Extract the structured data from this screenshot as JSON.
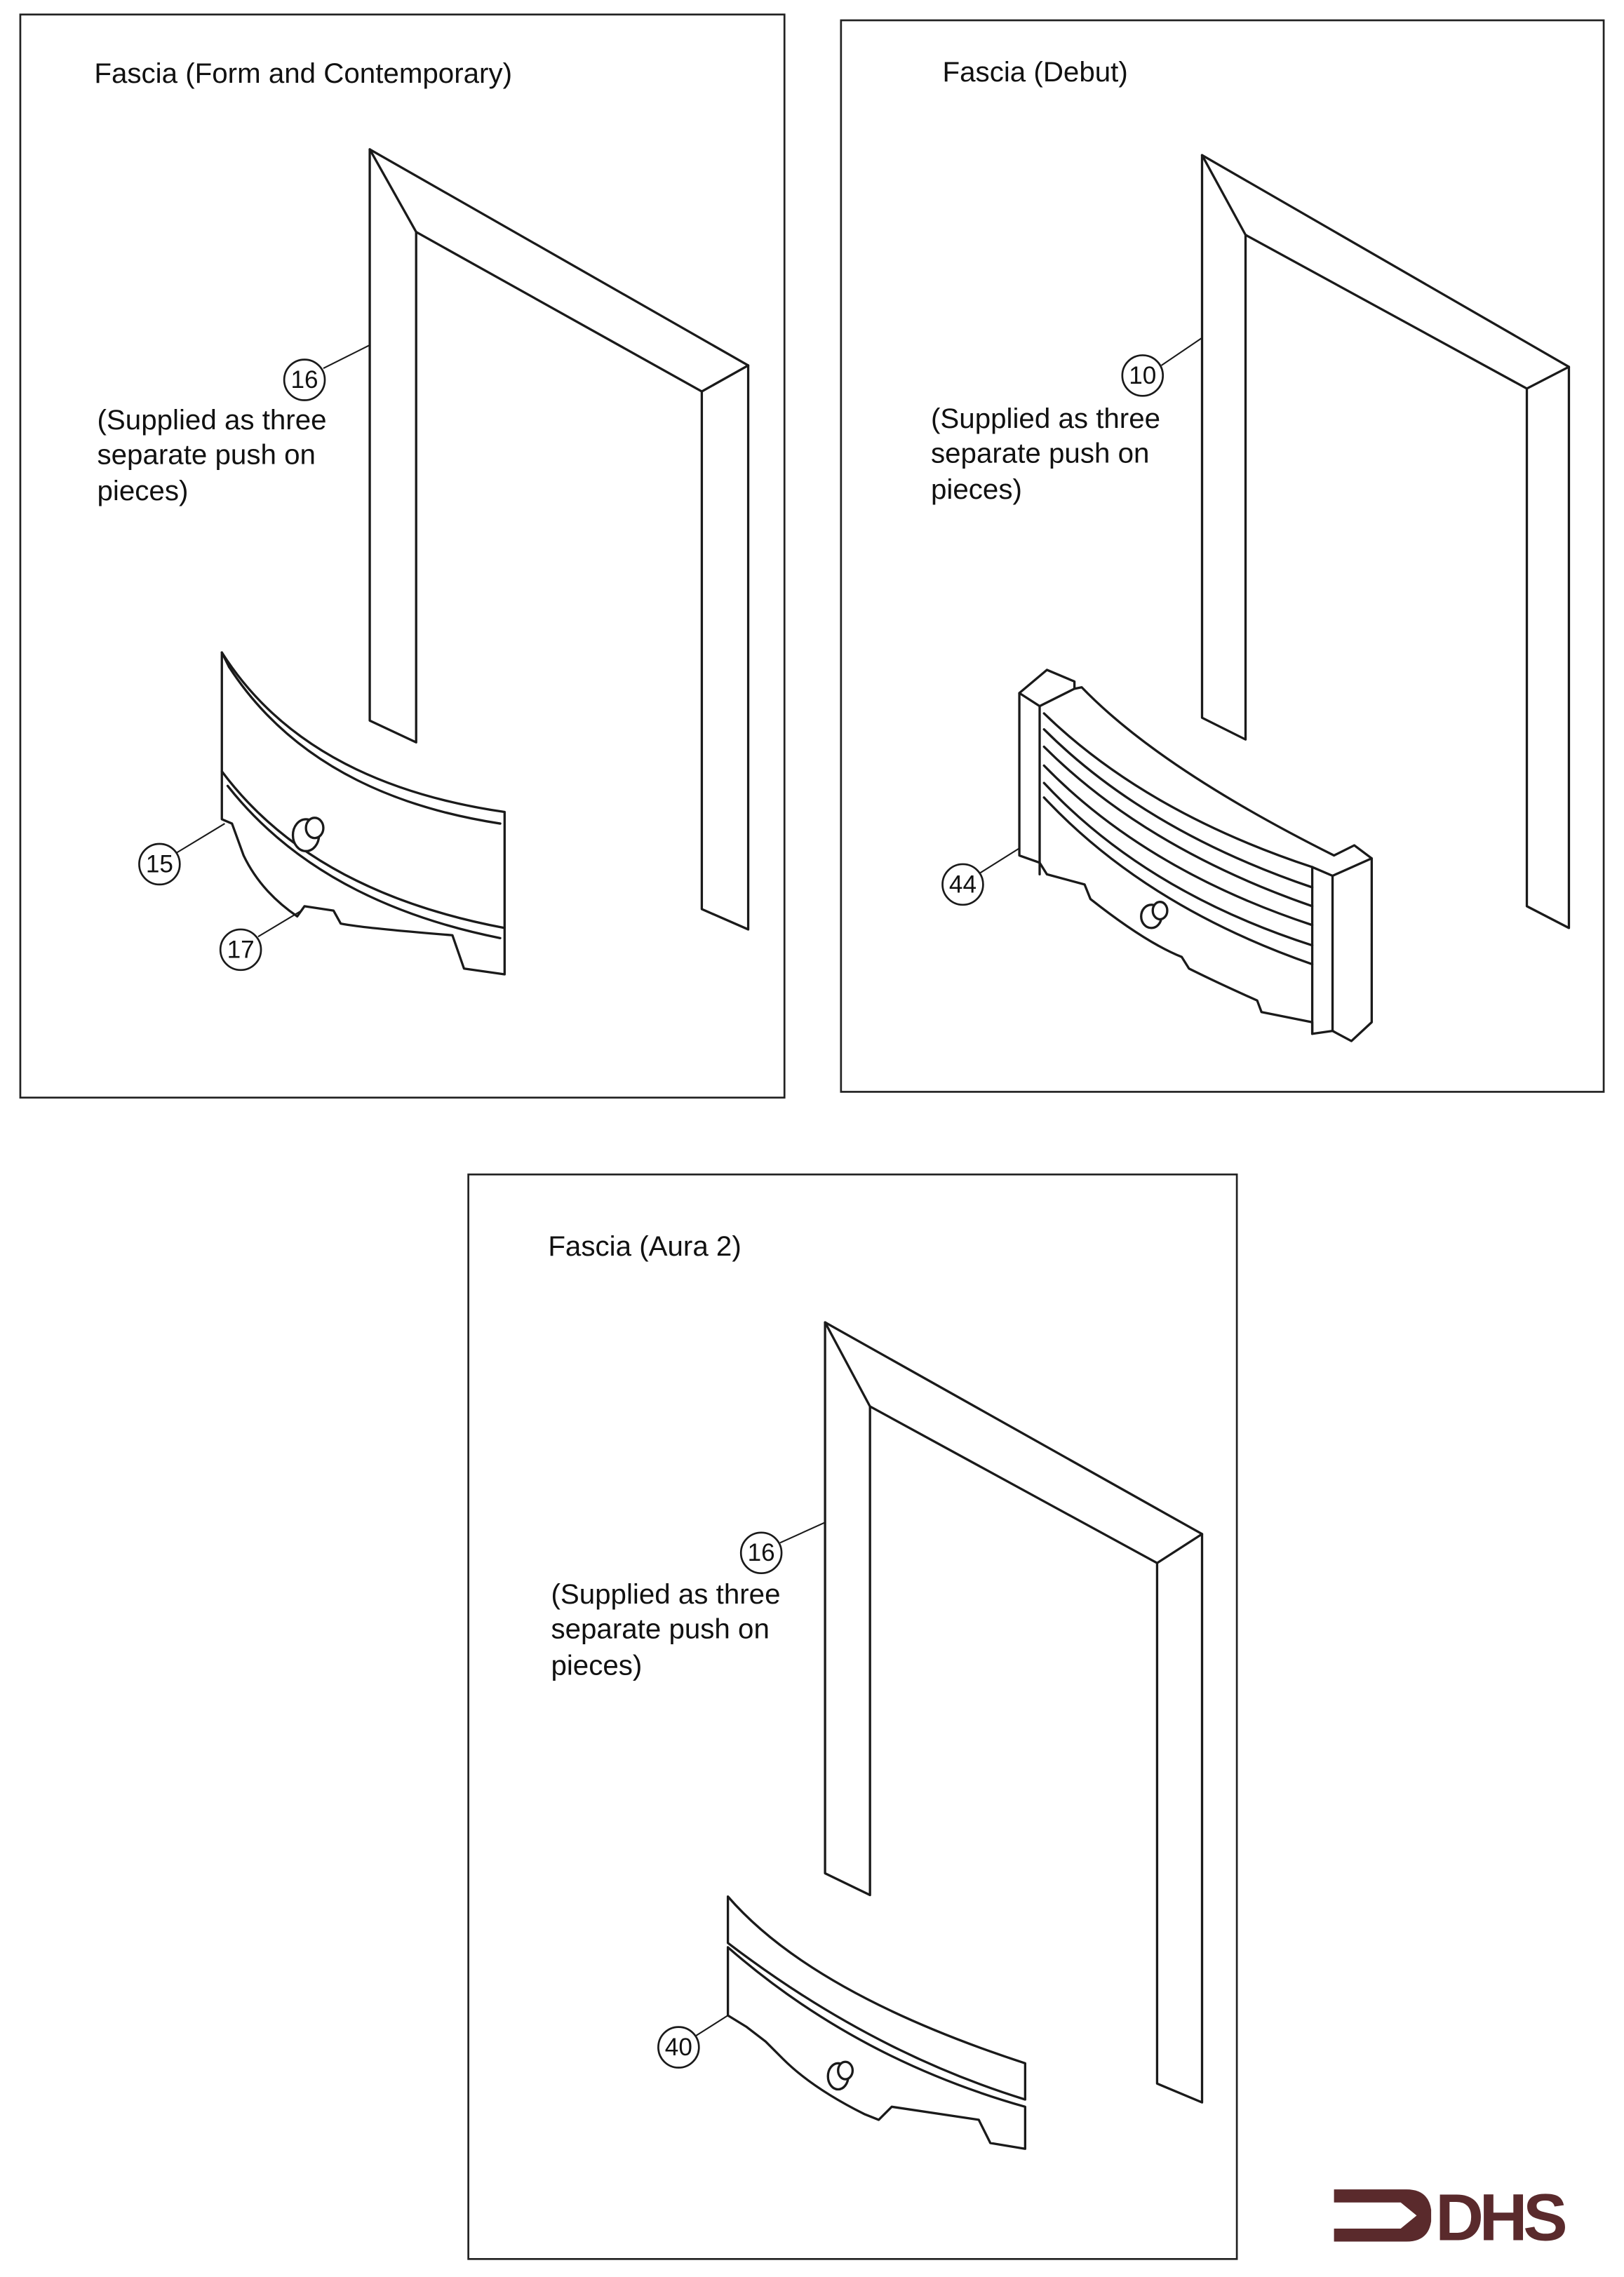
{
  "panels": [
    {
      "title": "Fascia (Form and Contemporary)",
      "note_lines": [
        "(Supplied as three",
        "separate push on",
        "pieces)"
      ],
      "callouts": [
        "16",
        "15",
        "17"
      ]
    },
    {
      "title": "Fascia (Debut)",
      "note_lines": [
        "(Supplied as three",
        "separate push on",
        "pieces)"
      ],
      "callouts": [
        "10",
        "44"
      ]
    },
    {
      "title": "Fascia (Aura 2)",
      "note_lines": [
        "(Supplied as three",
        "separate push on",
        "pieces)"
      ],
      "callouts": [
        "16",
        "40"
      ]
    }
  ],
  "logo": {
    "text": "DHS",
    "color": "#5a2a2c"
  }
}
